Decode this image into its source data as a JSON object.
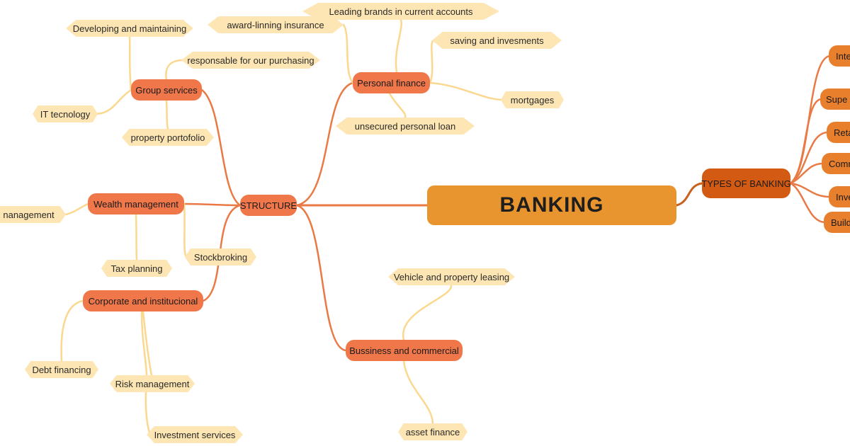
{
  "mindmap": {
    "center": "BANKING",
    "structure": "STRUCTURE",
    "types_branch": {
      "label": "TYPES OF BANKING",
      "children": [
        "Inte",
        "Supe",
        "Reta",
        "Comm",
        "Inve",
        "Build"
      ]
    },
    "groups": {
      "personal_finance": {
        "label": "Personal finance",
        "leaves": [
          "Leading brands in current accounts",
          "award-linning insurance",
          "saving and invesments",
          "mortgages",
          "unsecured personal loan"
        ]
      },
      "group_services": {
        "label": "Group services",
        "leaves": [
          "Developing and maintaining",
          "responsable for our purchasing",
          "IT tecnology",
          "property portofolio"
        ]
      },
      "wealth_management": {
        "label": "Wealth management",
        "leaves": [
          "nanagement",
          "Tax planning",
          "Stockbroking"
        ]
      },
      "corporate": {
        "label": "Corporate and institucional",
        "leaves": [
          "Debt financing",
          "Risk management",
          "Investment services"
        ]
      },
      "business": {
        "label": "Bussiness and commercial",
        "leaves": [
          "Vehicle and property leasing",
          "asset finance"
        ]
      }
    }
  },
  "colors": {
    "center": "#e9952f",
    "types_branch": "#d35a13",
    "types_children": "#e87f2c",
    "structure_nodes": "#ef774a",
    "leaf": "#fde6b3",
    "leaf_link": "#fbd88f"
  }
}
